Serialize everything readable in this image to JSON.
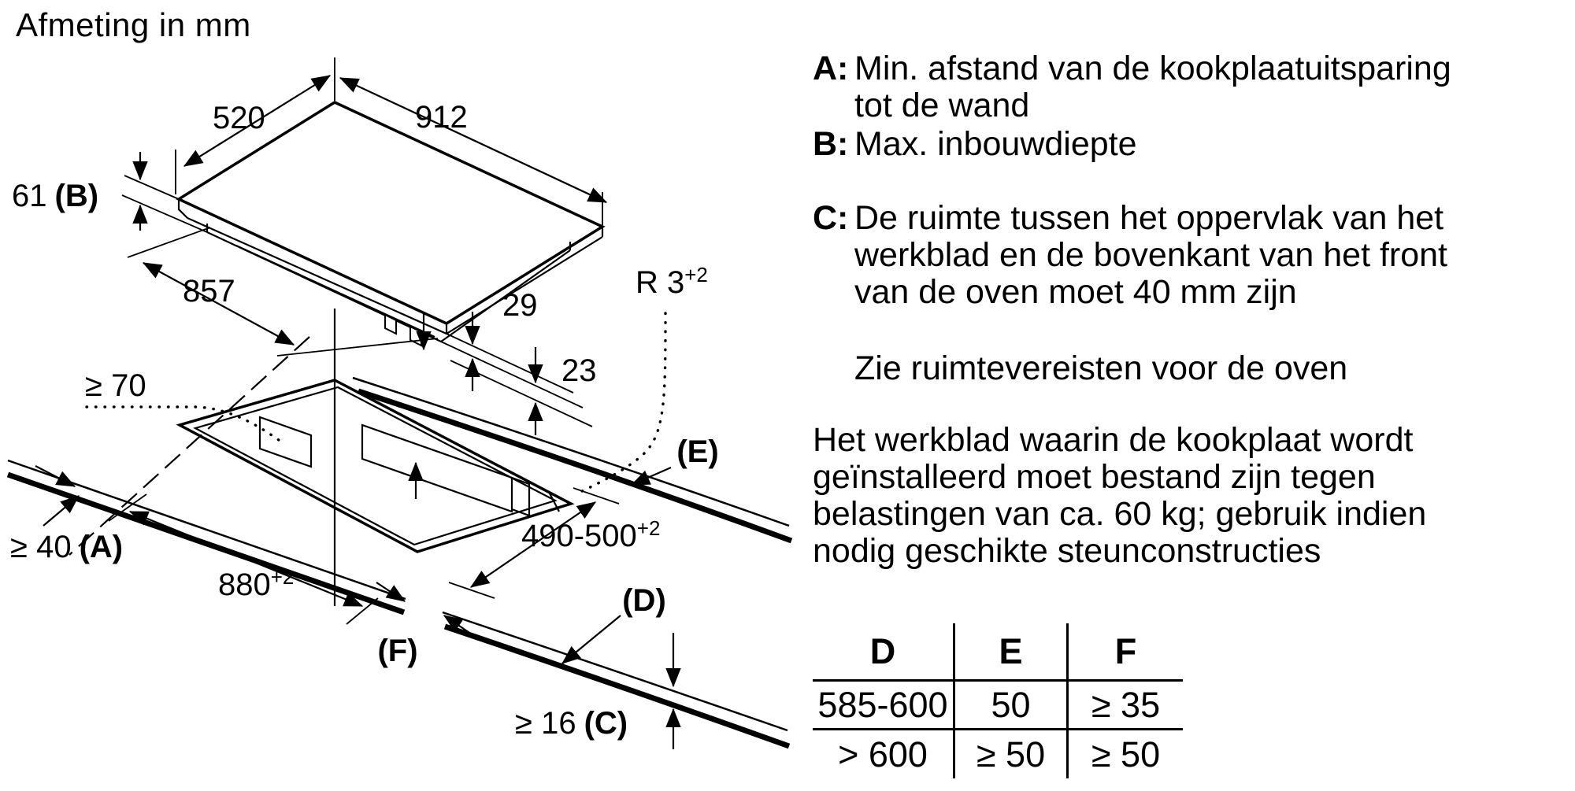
{
  "title": "Afmeting in mm",
  "diagram": {
    "labels": {
      "dim_520": "520",
      "dim_912": "912",
      "dim_61": {
        "num": "61",
        "ref": "(B)"
      },
      "dim_857": "857",
      "dim_29": "29",
      "dim_23": "23",
      "radius": {
        "num": "R 3",
        "sup": "+2"
      },
      "min_70": "≥ 70",
      "min_40": {
        "num": "≥ 40",
        "ref": "(A)"
      },
      "dim_880": {
        "num": "880",
        "sup": "+2"
      },
      "dim_490_500": {
        "num": "490-500",
        "sup": "+2"
      },
      "ref_d": "(D)",
      "ref_e": "(E)",
      "ref_f": "(F)",
      "min_16": {
        "num": "≥ 16",
        "ref": "(C)"
      }
    }
  },
  "legend": [
    {
      "key": "A:",
      "lines": [
        "Min. afstand van de kookplaatuitsparing",
        "tot de wand"
      ]
    },
    {
      "key": "B:",
      "lines": [
        "Max. inbouwdiepte"
      ]
    },
    {
      "key": "C:",
      "lines": [
        "De ruimte tussen het oppervlak van het",
        "werkblad en de bovenkant van het front",
        "van de oven moet 40 mm zijn"
      ]
    }
  ],
  "note": "Zie ruimtevereisten voor de oven",
  "load_note_lines": [
    "Het werkblad waarin de kookplaat wordt",
    "geïnstalleerd moet bestand zijn tegen",
    "belastingen van ca. 60 kg; gebruik indien",
    "nodig geschikte steunconstructies"
  ],
  "table": {
    "headers": [
      "D",
      "E",
      "F"
    ],
    "rows": [
      [
        "585-600",
        "50",
        "≥ 35"
      ],
      [
        "> 600",
        "≥ 50",
        "≥ 50"
      ]
    ]
  },
  "colors": {
    "ink": "#000000",
    "background": "#ffffff"
  }
}
